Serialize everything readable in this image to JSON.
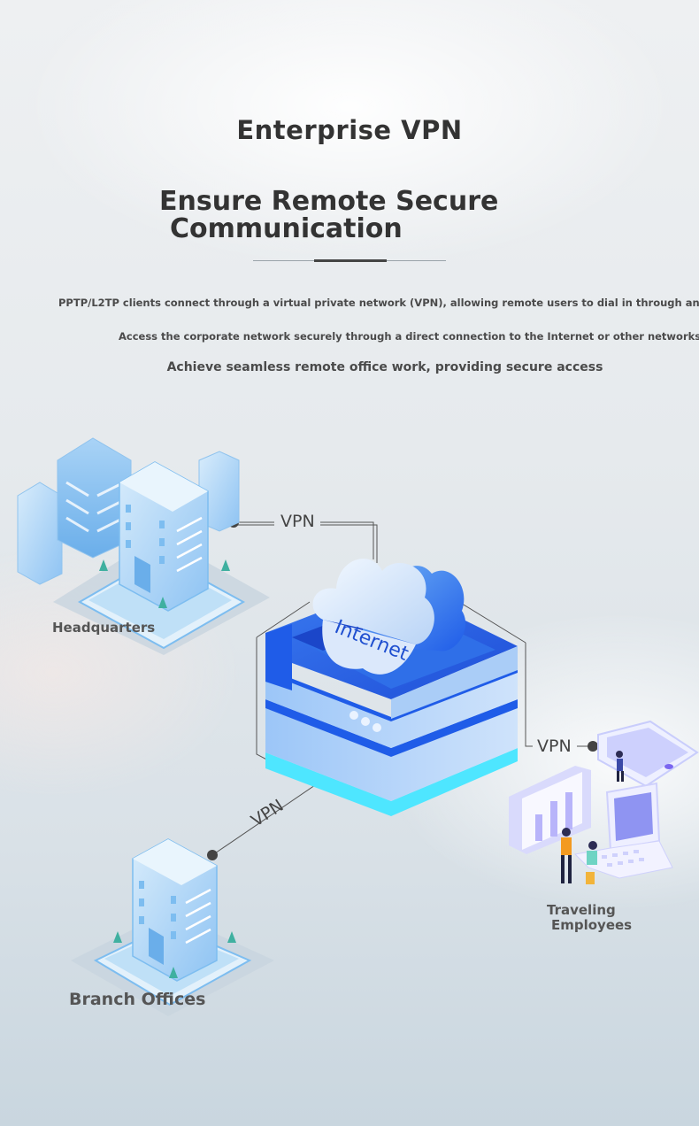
{
  "header": {
    "title": "Enterprise VPN",
    "subtitle_line1": "Ensure Remote Secure",
    "subtitle_line2": "Communication"
  },
  "description": {
    "line1": "PPTP/L2TP clients connect through a virtual private network (VPN), allowing remote users to dial in through an",
    "line2": "Access the corporate network securely through a direct connection to the Internet or other networks",
    "line3": "Achieve seamless remote office work, providing secure access"
  },
  "diagram": {
    "cloud_label": "Internet",
    "headquarters_label": "Headquarters",
    "traveling_line1": "Traveling",
    "traveling_line2": "Employees",
    "branch_label": "Branch Offices",
    "vpn_hq": "VPN",
    "vpn_travel": "VPN",
    "vpn_branch": "VPN"
  },
  "colors": {
    "accent_blue": "#1f5ce8",
    "light_blue": "#8ec3f3",
    "cyan": "#4ee6ff"
  }
}
